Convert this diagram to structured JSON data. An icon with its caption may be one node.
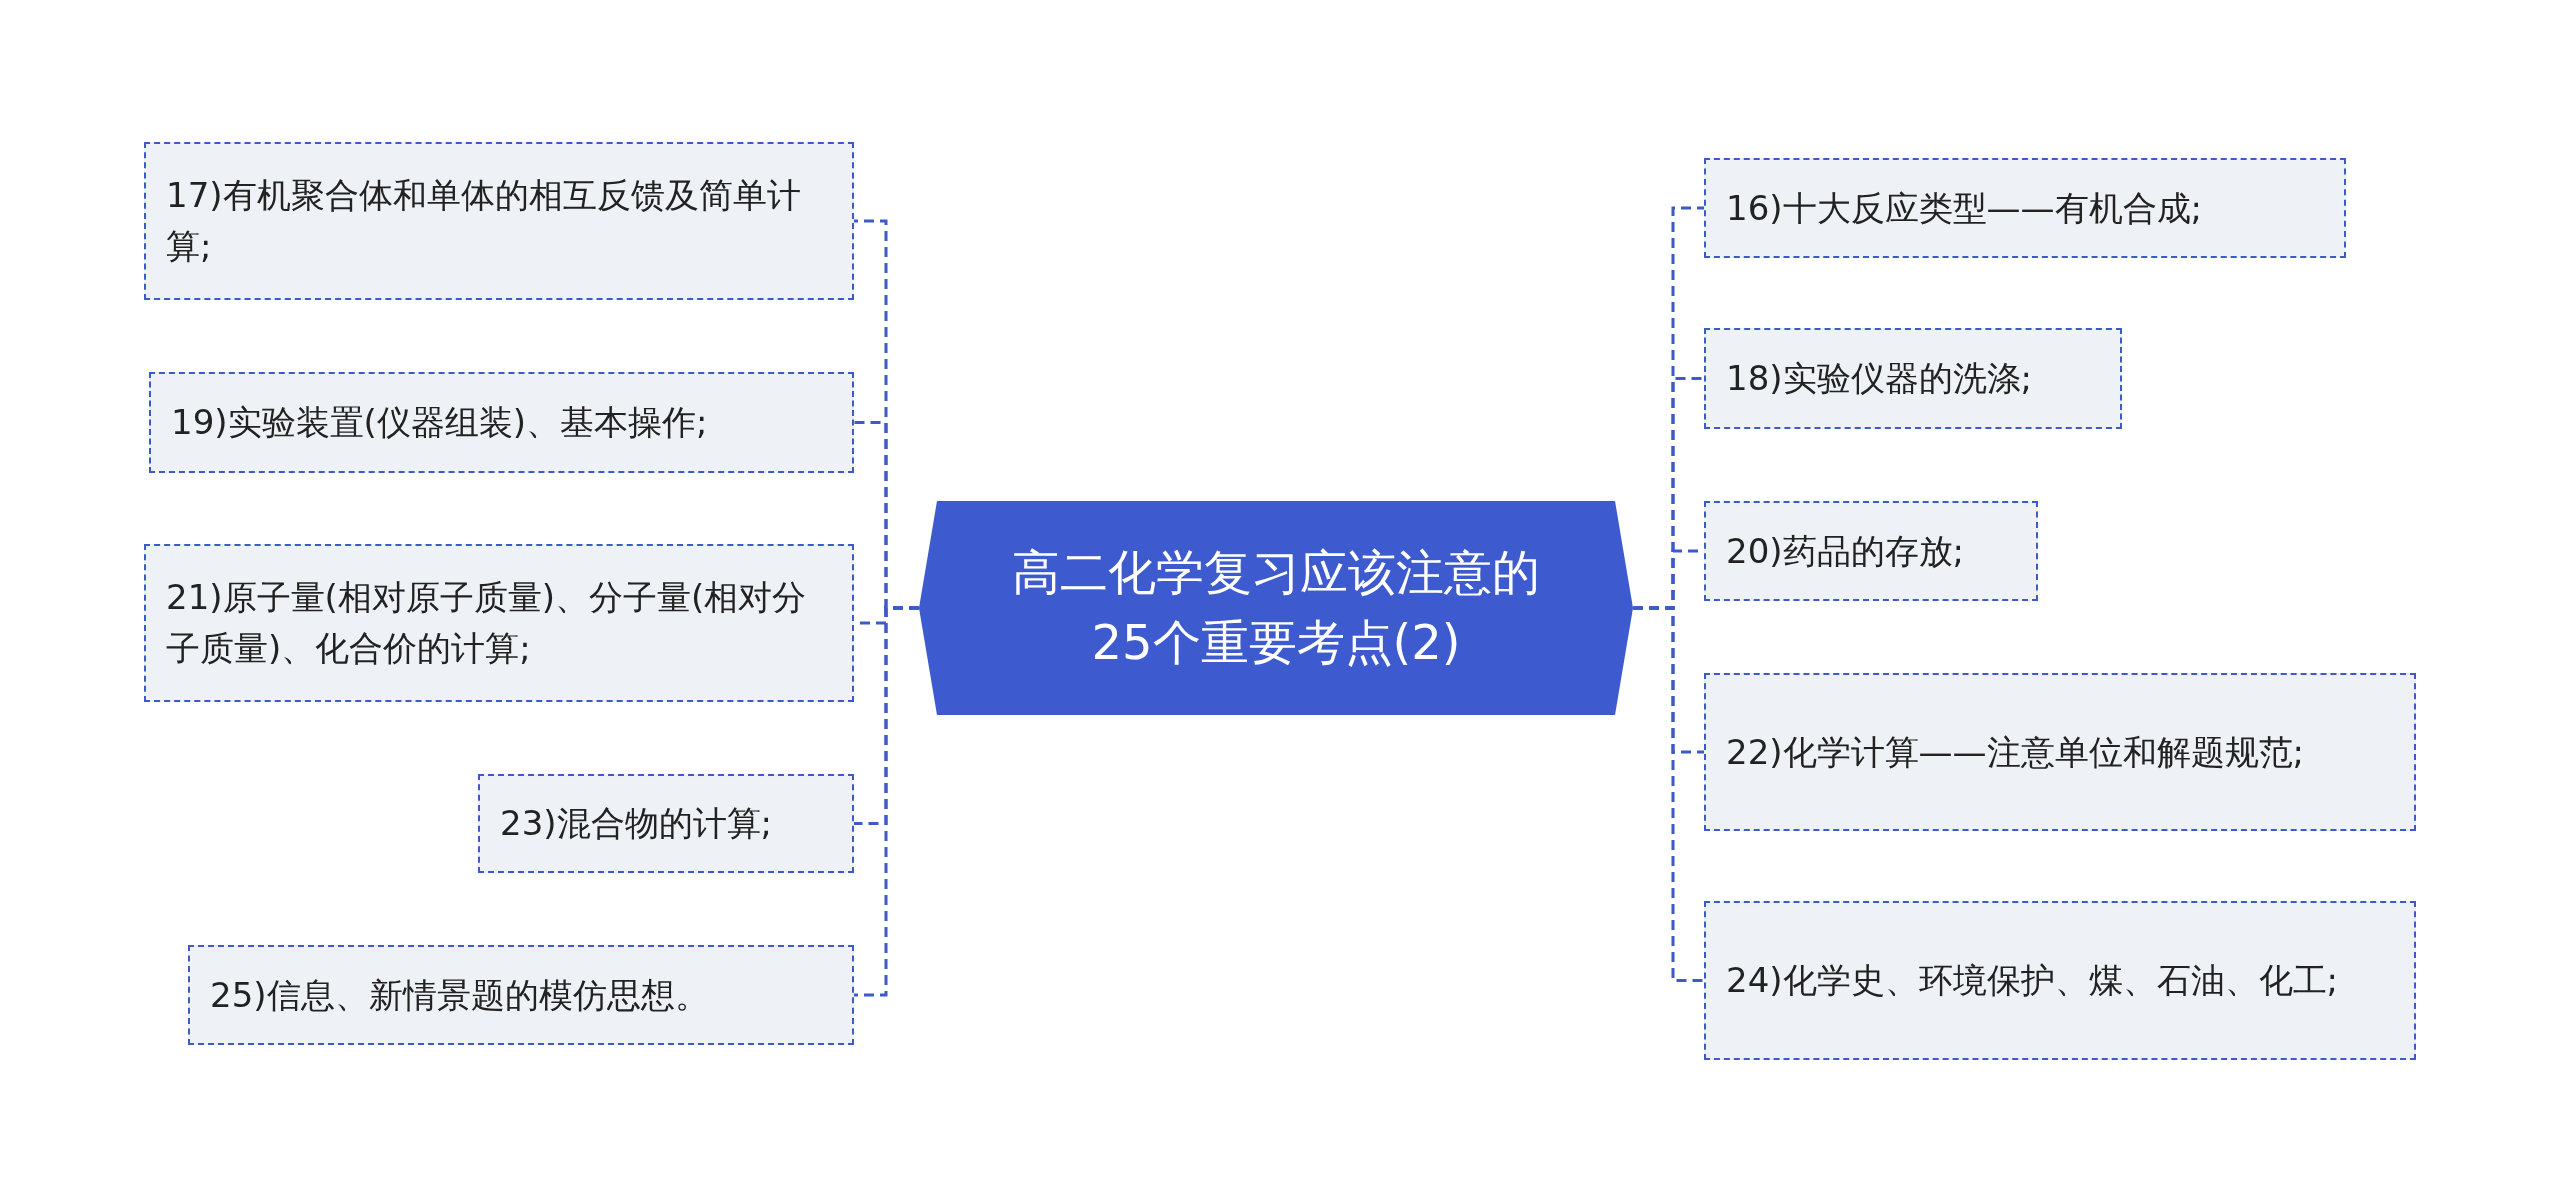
{
  "diagram": {
    "nodes": [
      {
        "text": [
          "高二化学复习应该注意的25个重要考点(2)"
        ]
      },
      {
        "text": [
          "17)有机聚合体和单体的相互反馈及简单计算;"
        ]
      },
      {
        "text": [
          "19)实验装置(仪器组装)、基本操作;"
        ]
      },
      {
        "text": [
          "21)原子量(相对原子质量)、分子量(相对分子质量)、化合价的计算;"
        ]
      },
      {
        "text": [
          "23)混合物的计算;"
        ]
      },
      {
        "text": [
          "25)信息、新情景题的模仿思想。"
        ]
      },
      {
        "text": [
          "16)十大反应类型——有机合成;"
        ]
      },
      {
        "text": [
          "18)实验仪器的洗涤;"
        ]
      },
      {
        "text": [
          "20)药品的存放;"
        ]
      },
      {
        "text": [
          "22)化学计算——注意单位和解题规范;"
        ]
      },
      {
        "text": [
          "24)化学史、环境保护、煤、石油、化工;"
        ]
      }
    ],
    "edges": [
      {
        "from": 0,
        "to": 1,
        "arrow": "none",
        "style": "dashed"
      },
      {
        "from": 0,
        "to": 2,
        "arrow": "none",
        "style": "dashed"
      },
      {
        "from": 0,
        "to": 3,
        "arrow": "none",
        "style": "dashed"
      },
      {
        "from": 0,
        "to": 4,
        "arrow": "none",
        "style": "dashed"
      },
      {
        "from": 0,
        "to": 5,
        "arrow": "none",
        "style": "dashed"
      },
      {
        "from": 0,
        "to": 6,
        "arrow": "none",
        "style": "dashed"
      },
      {
        "from": 0,
        "to": 7,
        "arrow": "none",
        "style": "dashed"
      },
      {
        "from": 0,
        "to": 8,
        "arrow": "none",
        "style": "dashed"
      },
      {
        "from": 0,
        "to": 9,
        "arrow": "none",
        "style": "dashed"
      },
      {
        "from": 0,
        "to": 10,
        "arrow": "none",
        "style": "dashed"
      }
    ]
  }
}
